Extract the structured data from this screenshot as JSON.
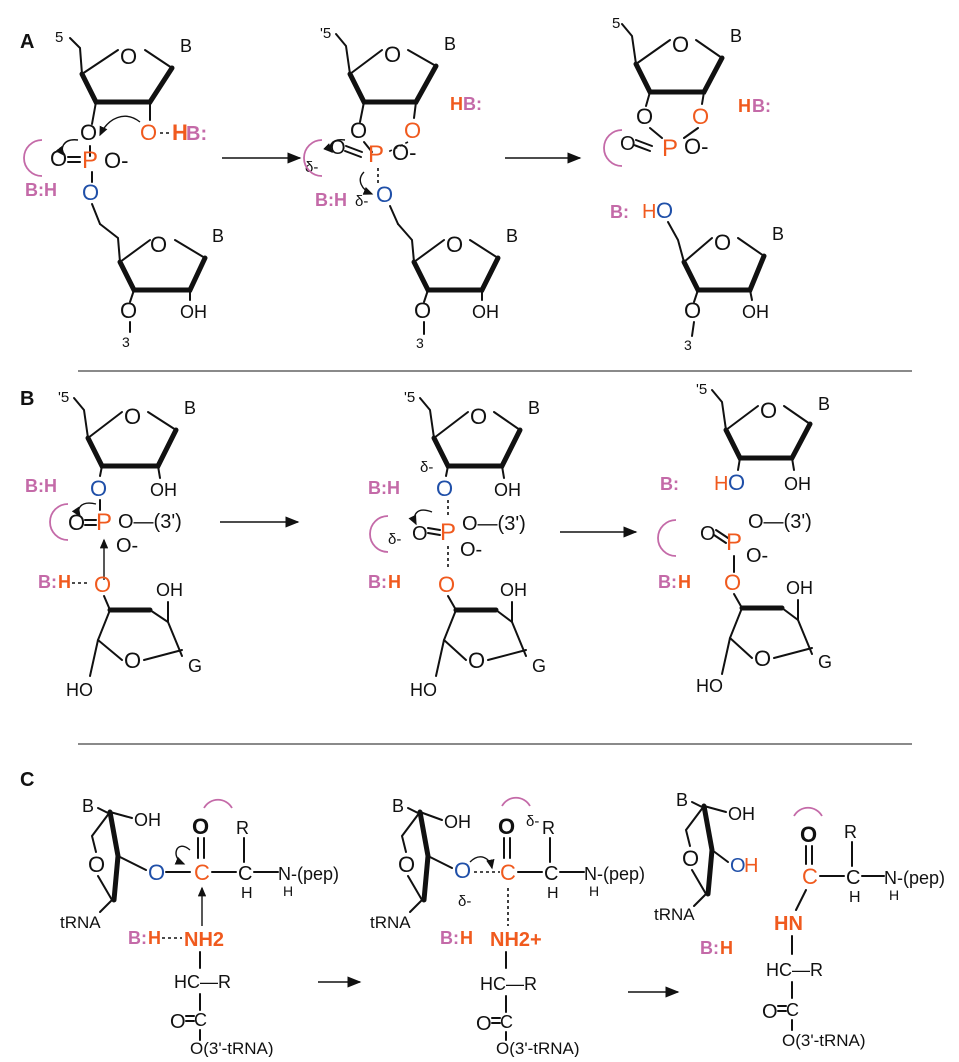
{
  "colors": {
    "orange": "#f05a1e",
    "blue": "#1f4fa8",
    "pink": "#c46aa8",
    "black": "#111111"
  },
  "panels": [
    {
      "label": "A"
    },
    {
      "label": "B"
    },
    {
      "label": "C"
    }
  ],
  "atoms": {
    "O": "O",
    "P": "P",
    "C": "C",
    "B": "B",
    "G": "G",
    "R": "R",
    "H": "H",
    "OH": "OH",
    "HO": "HO",
    "Om": "O-",
    "five": "5",
    "three": "3",
    "quote5": "'5",
    "HB": "H:B",
    "BH": "B:H",
    "Bcolon": "B:",
    "Bbare": "B:",
    "deltam": "δ-",
    "O3p": "O—(3')",
    "NH2": "NH2",
    "NH2p": "NH2+",
    "HN": "HN",
    "Npep": "N-(pep)",
    "tRNA": "tRNA",
    "O3tRNA": "O(3'-tRNA)",
    "HCR": "HC—R",
    "CR": "C"
  }
}
